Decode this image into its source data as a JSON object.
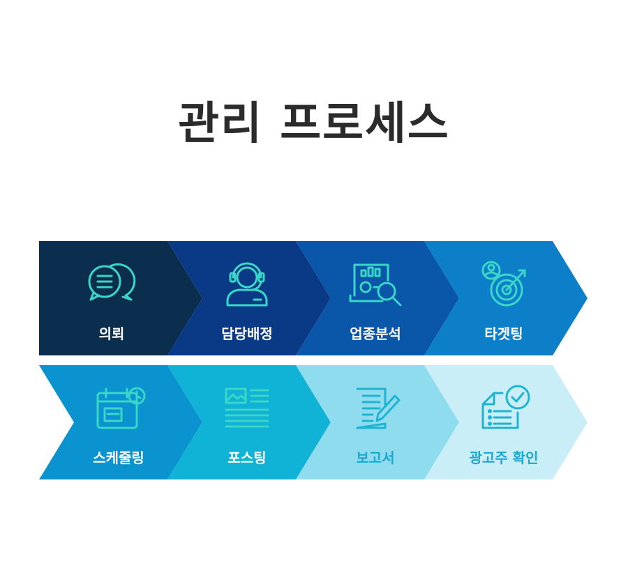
{
  "title": "관리 프로세스",
  "steps": [
    {
      "label": "의뢰",
      "icon": "speech-bubbles-icon",
      "fill": "#0b2d4e",
      "text_color": "#ffffff",
      "icon_color": "#3ad6c8"
    },
    {
      "label": "담당배정",
      "icon": "headset-agent-icon",
      "fill": "#0a3a86",
      "text_color": "#ffffff",
      "icon_color": "#3ad6c8"
    },
    {
      "label": "업종분석",
      "icon": "report-magnifier-icon",
      "fill": "#0a56a8",
      "text_color": "#ffffff",
      "icon_color": "#3ad6c8"
    },
    {
      "label": "타겟팅",
      "icon": "target-arrow-icon",
      "fill": "#0d7fc9",
      "text_color": "#ffffff",
      "icon_color": "#3ad6c8"
    },
    {
      "label": "스케줄링",
      "icon": "calendar-clock-icon",
      "fill": "#0b93cf",
      "text_color": "#ffffff",
      "icon_color": "#3ad6c8"
    },
    {
      "label": "포스팅",
      "icon": "post-layout-icon",
      "fill": "#10b2d6",
      "text_color": "#ffffff",
      "icon_color": "#3ad6c8"
    },
    {
      "label": "보고서",
      "icon": "document-pen-icon",
      "fill": "#8fdcef",
      "text_color": "#1aa8cf",
      "icon_color": "#1fb3d2"
    },
    {
      "label": "광고주 확인",
      "icon": "document-check-icon",
      "fill": "#c9eef7",
      "text_color": "#1aa8cf",
      "icon_color": "#1fb3d2"
    }
  ]
}
